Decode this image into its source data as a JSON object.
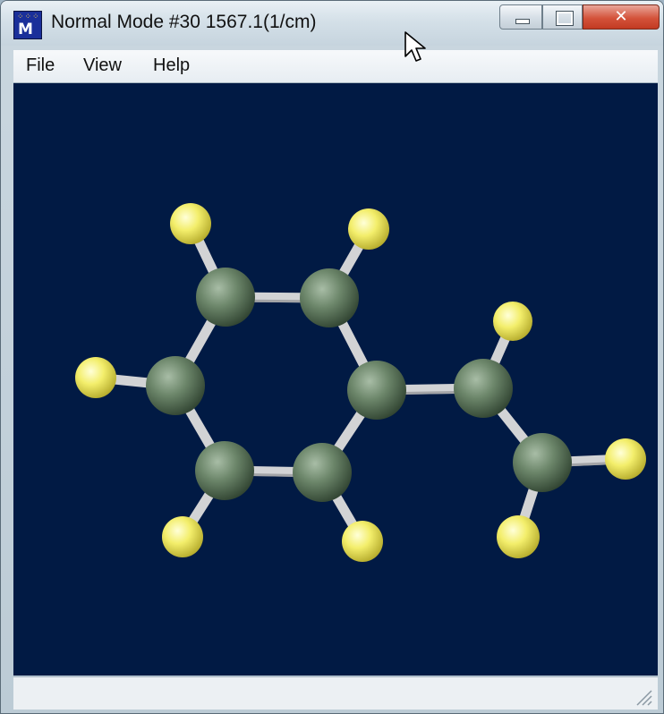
{
  "window": {
    "title": "Normal Mode #30 1567.1(1/cm)",
    "icon": "molden-app-icon"
  },
  "controls": {
    "minimize": "minimize-icon",
    "maximize": "maximize-icon",
    "close": "close-icon",
    "close_glyph": "✕"
  },
  "menu": {
    "items": [
      {
        "label": "File"
      },
      {
        "label": "View"
      },
      {
        "label": "Help"
      }
    ]
  },
  "viewer": {
    "background": "#011a44",
    "molecule": "styrene",
    "carbon_color": "#5f7a5e",
    "hydrogen_color": "#f2ee6a",
    "bond_color": "#c9cacc"
  },
  "statusbar": {
    "text": ""
  }
}
